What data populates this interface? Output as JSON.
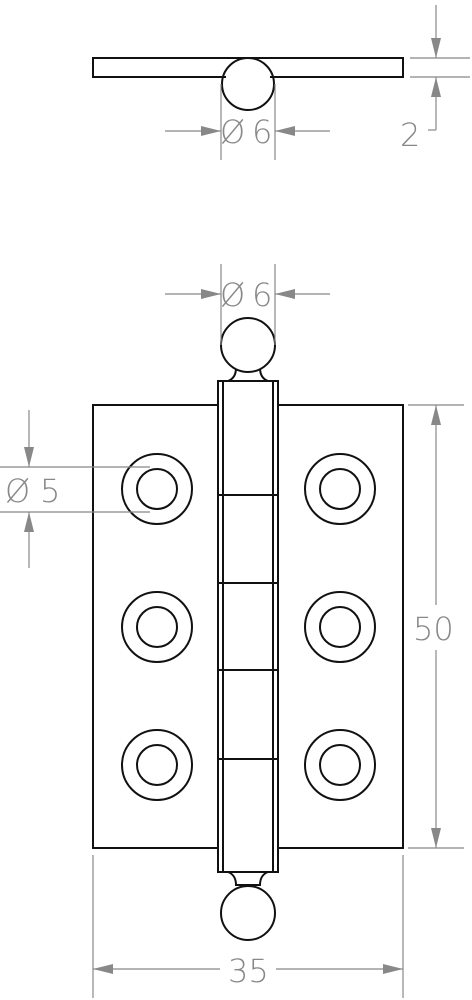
{
  "dimensions": {
    "top_pin_diameter": "6",
    "top_plate_thickness": "2",
    "front_pin_diameter": "6",
    "hole_diameter": "5",
    "height": "50",
    "width": "35"
  },
  "symbols": {
    "diameter": "Ø"
  },
  "colors": {
    "part_stroke": "#111111",
    "dimension_stroke": "#888888",
    "background": "#ffffff"
  }
}
